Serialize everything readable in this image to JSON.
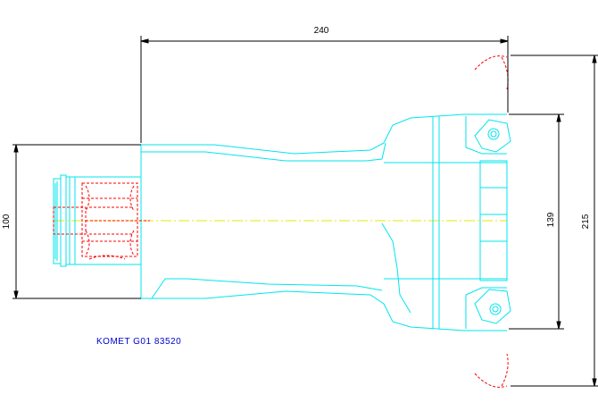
{
  "drawing": {
    "label": "KOMET G01 83520",
    "dimensions": {
      "overall_length": "240",
      "shank_diameter": "100",
      "insert_span": "139",
      "cutting_diameter": "215"
    },
    "colors": {
      "outline": "#00e5ee",
      "hidden": "#ff0000",
      "centerline": "#e8e800",
      "dimension": "#000000",
      "label": "#0000cc",
      "background": "#ffffff"
    }
  }
}
